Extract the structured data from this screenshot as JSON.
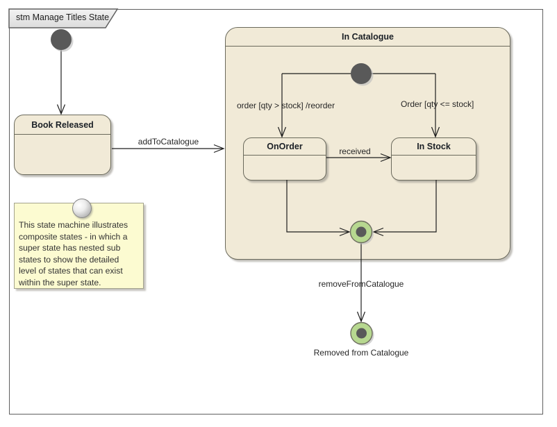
{
  "frame": {
    "label": "stm Manage Titles State"
  },
  "states": {
    "book_released": "Book Released",
    "in_catalogue": "In Catalogue",
    "on_order": "OnOrder",
    "in_stock": "In Stock"
  },
  "transitions": {
    "add_to_catalogue": "addToCatalogue",
    "order_reorder": "order [qty > stock] /reorder",
    "order_in_stock": "Order [qty <= stock]",
    "received": "received",
    "remove_from_catalogue": "removeFromCatalogue"
  },
  "labels": {
    "removed_final": "Removed from Catalogue"
  },
  "note": {
    "lines": [
      "This state machine illustrates",
      "composite states - in which a",
      "super state has nested sub",
      "states to show the detailed",
      "level of states that can exist",
      "within the super state."
    ]
  },
  "colors": {
    "state_fill": "#f1ead7",
    "state_border": "#6a695b",
    "note_fill": "#fcfbd1",
    "note_border": "#a3a28c",
    "final_green": "#b7d890",
    "node_dark": "#595959",
    "frame_border": "#5f5f5f",
    "tab_fill": "#e9e9e9",
    "line_color": "#1d1d1d"
  }
}
